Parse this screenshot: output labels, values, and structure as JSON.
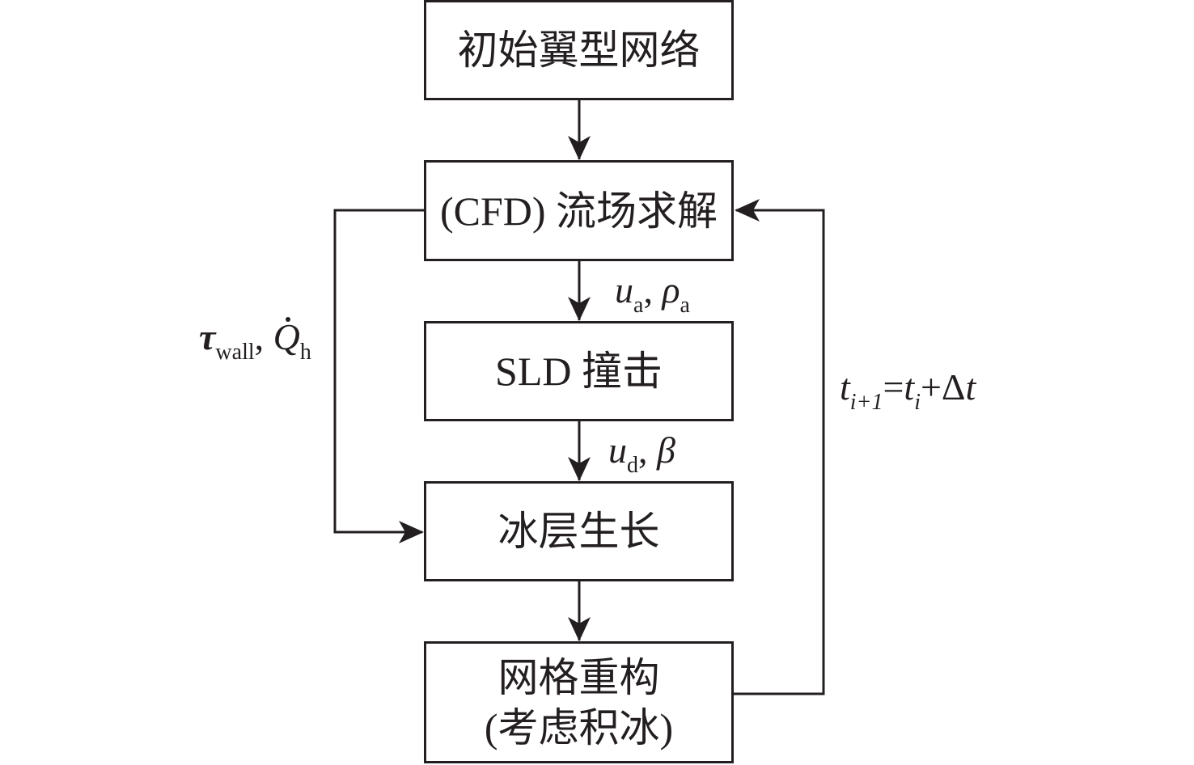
{
  "diagram": {
    "nodes": {
      "initial_mesh": "初始翼型网络",
      "cfd_prefix": "(CFD)",
      "cfd_text": "流场求解",
      "sld_prefix": "SLD",
      "sld_text": "撞击",
      "ice_growth": "冰层生长",
      "remesh_line1": "网格重构",
      "remesh_line2": "(考虑积冰)"
    },
    "edge_labels": {
      "cfd_to_sld": {
        "var1": "u",
        "sub1": "a",
        "sep": ", ",
        "var2": "ρ",
        "sub2": "a"
      },
      "sld_to_ice": {
        "var1": "u",
        "sub1": "d",
        "sep": ", ",
        "var2": "β"
      },
      "cfd_to_ice": {
        "var1": "τ",
        "sub1": "wall",
        "sep": ", ",
        "var2": "Q",
        "sub2": "h"
      },
      "remesh_to_cfd": {
        "lhs": "t",
        "lhs_sub": "i+1",
        "eq": "=",
        "rhs": "t",
        "rhs_sub": "i",
        "plus": "+Δ",
        "rhs2": "t"
      }
    },
    "colors": {
      "stroke": "#231f20",
      "background": "#ffffff"
    }
  }
}
